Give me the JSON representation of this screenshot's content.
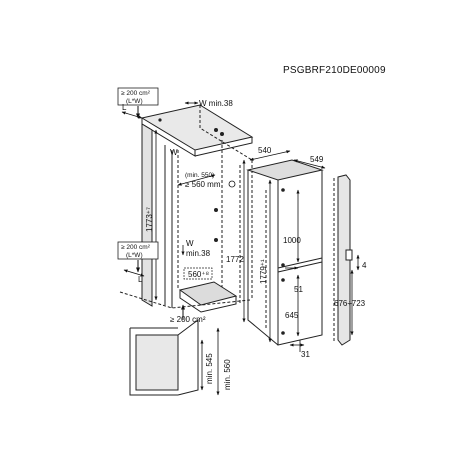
{
  "product_code": "PSGBRF210DE00009",
  "niche": {
    "top_vent_line1": "≥ 200 cm²",
    "top_vent_line2": "(L*W)",
    "bottom_vent_line1": "≥ 200 cm²",
    "bottom_vent_line2": "(L*W)",
    "letter_l_top": "L",
    "letter_w_side": "W",
    "letter_l_bottom": "L",
    "w_min_top": "W min.38",
    "w_min_mid_1": "W",
    "w_min_mid_2": "min.38",
    "depth_min_1": "(min. 550)",
    "depth_min_2": "≥ 560 mm",
    "height_niche": "1773⁺⁷",
    "height_inner": "1772",
    "plinth_depth": "560⁺⁸",
    "floor_vent": "≥ 200 cm²"
  },
  "appliance": {
    "depth_top": "540",
    "depth_full": "549",
    "height_total": "1779⁺¹",
    "upper_section": "1000",
    "gap": "51",
    "lower_section": "645",
    "foot": "31",
    "door_gap": "4",
    "door_adjust": "676÷723"
  },
  "detail": {
    "inner_depth": "min. 545",
    "outer_depth": "min. 560"
  }
}
